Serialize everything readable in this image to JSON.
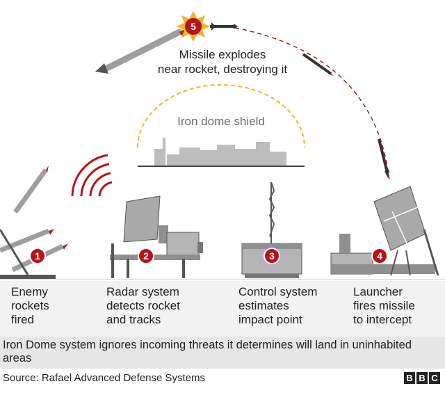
{
  "explosion": {
    "number": "5",
    "caption": "Missile explodes\nnear rocket, destroying it"
  },
  "shield": {
    "label": "Iron dome shield"
  },
  "steps": [
    {
      "number": "1",
      "label": "Enemy\nrockets\nfired"
    },
    {
      "number": "2",
      "label": "Radar system\ndetects rocket\nand tracks"
    },
    {
      "number": "3",
      "label": "Control system\nestimates\nimpact point"
    },
    {
      "number": "4",
      "label": "Launcher\nfires missile\nto intercept"
    }
  ],
  "note": "Iron Dome system ignores incoming threats it determines will land in uninhabited areas",
  "source": "Source: Rafael Advanced Defense Systems",
  "logo": [
    "B",
    "B",
    "C"
  ],
  "colors": {
    "badge": "#b8121a",
    "shield_arc": "#f0b429",
    "trajectory": "#b8121a",
    "equipment": "#a9a9a9",
    "dark": "#333333"
  }
}
